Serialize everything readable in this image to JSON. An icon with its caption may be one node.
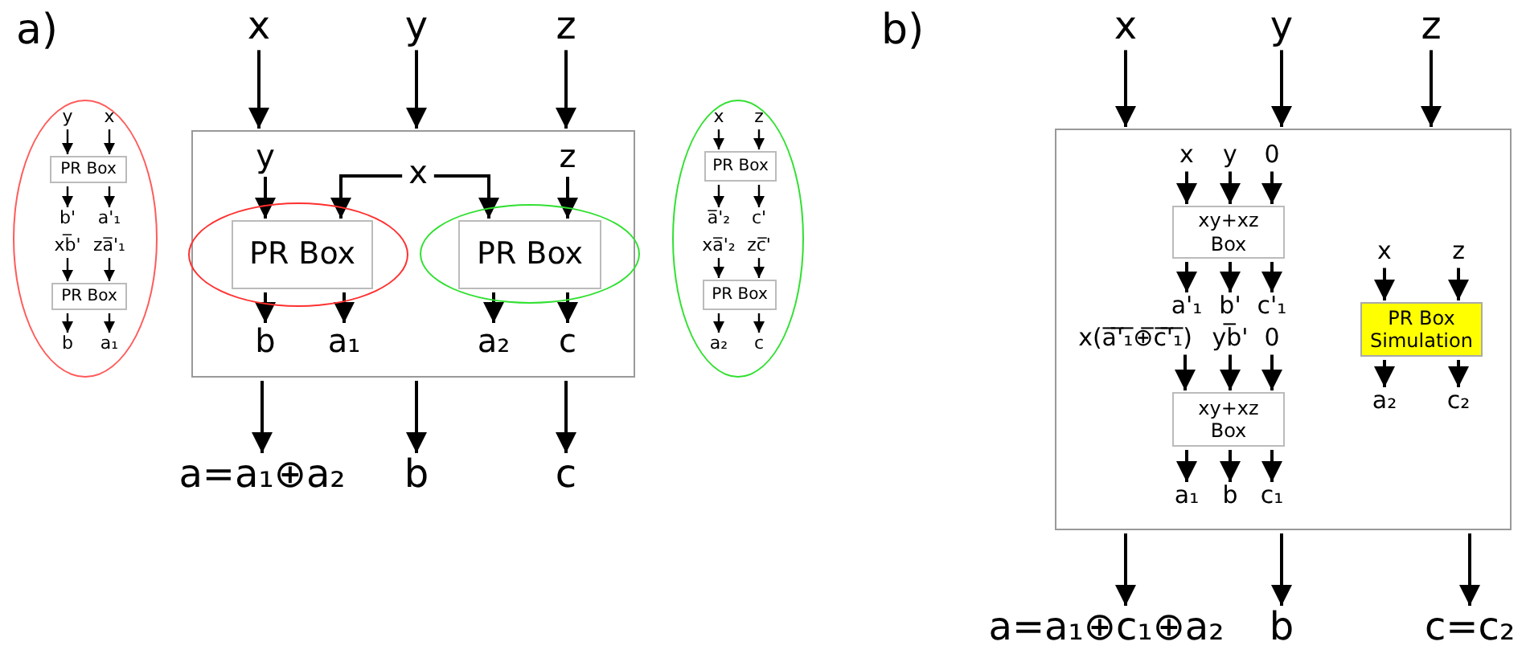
{
  "diagram": {
    "nodes": [
      {
        "text": [],
        "shape": "ellipse"
      },
      {
        "text": [
          "y"
        ],
        "in": 0
      },
      {
        "text": [
          "x"
        ],
        "in": 0
      },
      {
        "text": [
          "PR Box"
        ],
        "in": 0
      },
      {
        "text": [
          "b'"
        ],
        "in": 0
      },
      {
        "text": [
          "a'₁"
        ],
        "in": 0
      },
      {
        "text": [
          "xb̅'"
        ],
        "in": 0
      },
      {
        "text": [
          "za̅'₁"
        ],
        "in": 0
      },
      {
        "text": [
          "PR Box"
        ],
        "in": 0
      },
      {
        "text": [
          "b"
        ],
        "in": 0
      },
      {
        "text": [
          "a₁"
        ],
        "in": 0
      },
      {
        "text": [
          "x"
        ]
      },
      {
        "text": [
          "y"
        ]
      },
      {
        "text": [
          "z"
        ]
      },
      {
        "text": [],
        "shape": "box"
      },
      {
        "text": [
          "y"
        ],
        "in": 14
      },
      {
        "text": [
          "x"
        ],
        "in": 14
      },
      {
        "text": [
          "z"
        ],
        "in": 14
      },
      {
        "text": [],
        "shape": "ellipse",
        "in": 14
      },
      {
        "text": [
          "PR Box"
        ],
        "in": 18
      },
      {
        "text": [],
        "shape": "ellipse",
        "in": 14
      },
      {
        "text": [
          "PR Box"
        ],
        "in": 20
      },
      {
        "text": [
          "b"
        ],
        "in": 14
      },
      {
        "text": [
          "a₁"
        ],
        "in": 14
      },
      {
        "text": [
          "a₂"
        ],
        "in": 14
      },
      {
        "text": [
          "c"
        ],
        "in": 14
      },
      {
        "text": [
          "a=a₁⊕a₂"
        ]
      },
      {
        "text": [
          "b"
        ]
      },
      {
        "text": [
          "c"
        ]
      },
      {
        "text": [],
        "shape": "ellipse"
      },
      {
        "text": [
          "x"
        ],
        "in": 29
      },
      {
        "text": [
          "z"
        ],
        "in": 29
      },
      {
        "text": [
          "PR Box"
        ],
        "in": 29
      },
      {
        "text": [
          "a̅'₂"
        ],
        "in": 29
      },
      {
        "text": [
          "c'"
        ],
        "in": 29
      },
      {
        "text": [
          "xa̅'₂"
        ],
        "in": 29
      },
      {
        "text": [
          "zc̅'"
        ],
        "in": 29
      },
      {
        "text": [
          "PR Box"
        ],
        "in": 29
      },
      {
        "text": [
          "a₂"
        ],
        "in": 29
      },
      {
        "text": [
          "c"
        ],
        "in": 29
      },
      {
        "text": [
          "x"
        ]
      },
      {
        "text": [
          "y"
        ]
      },
      {
        "text": [
          "z"
        ]
      },
      {
        "text": [],
        "shape": "box"
      },
      {
        "text": [
          "x"
        ],
        "in": 43
      },
      {
        "text": [
          "y"
        ],
        "in": 43
      },
      {
        "text": [
          "0"
        ],
        "in": 43
      },
      {
        "text": [
          "xy+xz Box"
        ],
        "in": 43
      },
      {
        "text": [
          "a'₁"
        ],
        "in": 43
      },
      {
        "text": [
          "b'"
        ],
        "in": 43
      },
      {
        "text": [
          "c'₁"
        ],
        "in": 43
      },
      {
        "text": [
          "x(a̅'̅₁̅⊕̅c̅'̅₁̅)"
        ],
        "in": 43
      },
      {
        "text": [
          "yb̅'"
        ],
        "in": 43
      },
      {
        "text": [
          "0"
        ],
        "in": 43
      },
      {
        "text": [
          "xy+xz Box"
        ],
        "in": 43
      },
      {
        "text": [
          "a₁"
        ],
        "in": 43
      },
      {
        "text": [
          "b"
        ],
        "in": 43
      },
      {
        "text": [
          "c₁"
        ],
        "in": 43
      },
      {
        "text": [
          "x"
        ],
        "in": 43
      },
      {
        "text": [
          "z"
        ],
        "in": 43
      },
      {
        "text": [
          "PR Box Simulation"
        ],
        "in": 43
      },
      {
        "text": [
          "a₂"
        ],
        "in": 43
      },
      {
        "text": [
          "c₂"
        ],
        "in": 43
      },
      {
        "text": [
          "a=a₁⊕c₁⊕a₂"
        ]
      },
      {
        "text": [
          "b"
        ]
      },
      {
        "text": [
          "c=c₂"
        ]
      }
    ],
    "edges": [
      {
        "from": 1,
        "to": 3,
        "arrow": "to"
      },
      {
        "from": 2,
        "to": 3,
        "arrow": "to"
      },
      {
        "from": 3,
        "to": 4,
        "arrow": "to"
      },
      {
        "from": 3,
        "to": 5,
        "arrow": "to"
      },
      {
        "from": 6,
        "to": 8,
        "arrow": "to"
      },
      {
        "from": 7,
        "to": 8,
        "arrow": "to"
      },
      {
        "from": 8,
        "to": 9,
        "arrow": "to"
      },
      {
        "from": 8,
        "to": 10,
        "arrow": "to"
      },
      {
        "from": 11,
        "to": 14,
        "arrow": "to"
      },
      {
        "from": 12,
        "to": 14,
        "arrow": "to"
      },
      {
        "from": 13,
        "to": 14,
        "arrow": "to"
      },
      {
        "from": 15,
        "to": 19,
        "arrow": "to"
      },
      {
        "from": 16,
        "to": 19,
        "arrow": "to"
      },
      {
        "from": 16,
        "to": 21,
        "arrow": "to"
      },
      {
        "from": 17,
        "to": 21,
        "arrow": "to"
      },
      {
        "from": 19,
        "to": 22,
        "arrow": "to"
      },
      {
        "from": 19,
        "to": 23,
        "arrow": "to"
      },
      {
        "from": 21,
        "to": 24,
        "arrow": "to"
      },
      {
        "from": 21,
        "to": 25,
        "arrow": "to"
      },
      {
        "from": 14,
        "to": 26,
        "arrow": "to"
      },
      {
        "from": 14,
        "to": 27,
        "arrow": "to"
      },
      {
        "from": 14,
        "to": 28,
        "arrow": "to"
      },
      {
        "from": 30,
        "to": 32,
        "arrow": "to"
      },
      {
        "from": 31,
        "to": 32,
        "arrow": "to"
      },
      {
        "from": 32,
        "to": 33,
        "arrow": "to"
      },
      {
        "from": 32,
        "to": 34,
        "arrow": "to"
      },
      {
        "from": 35,
        "to": 37,
        "arrow": "to"
      },
      {
        "from": 36,
        "to": 37,
        "arrow": "to"
      },
      {
        "from": 37,
        "to": 38,
        "arrow": "to"
      },
      {
        "from": 37,
        "to": 39,
        "arrow": "to"
      },
      {
        "from": 40,
        "to": 43,
        "arrow": "to"
      },
      {
        "from": 41,
        "to": 43,
        "arrow": "to"
      },
      {
        "from": 42,
        "to": 43,
        "arrow": "to"
      },
      {
        "from": 44,
        "to": 47,
        "arrow": "to"
      },
      {
        "from": 45,
        "to": 47,
        "arrow": "to"
      },
      {
        "from": 46,
        "to": 47,
        "arrow": "to"
      },
      {
        "from": 47,
        "to": 48,
        "arrow": "to"
      },
      {
        "from": 47,
        "to": 49,
        "arrow": "to"
      },
      {
        "from": 47,
        "to": 50,
        "arrow": "to"
      },
      {
        "from": 51,
        "to": 54,
        "arrow": "to"
      },
      {
        "from": 52,
        "to": 54,
        "arrow": "to"
      },
      {
        "from": 53,
        "to": 54,
        "arrow": "to"
      },
      {
        "from": 54,
        "to": 55,
        "arrow": "to"
      },
      {
        "from": 54,
        "to": 56,
        "arrow": "to"
      },
      {
        "from": 54,
        "to": 57,
        "arrow": "to"
      },
      {
        "from": 58,
        "to": 60,
        "arrow": "to"
      },
      {
        "from": 59,
        "to": 60,
        "arrow": "to"
      },
      {
        "from": 60,
        "to": 61,
        "arrow": "to"
      },
      {
        "from": 60,
        "to": 62,
        "arrow": "to"
      },
      {
        "from": 43,
        "to": 63,
        "arrow": "to"
      },
      {
        "from": 43,
        "to": 64,
        "arrow": "to"
      },
      {
        "from": 43,
        "to": 65,
        "arrow": "to"
      }
    ],
    "labels": [
      "a)",
      "b)"
    ]
  }
}
